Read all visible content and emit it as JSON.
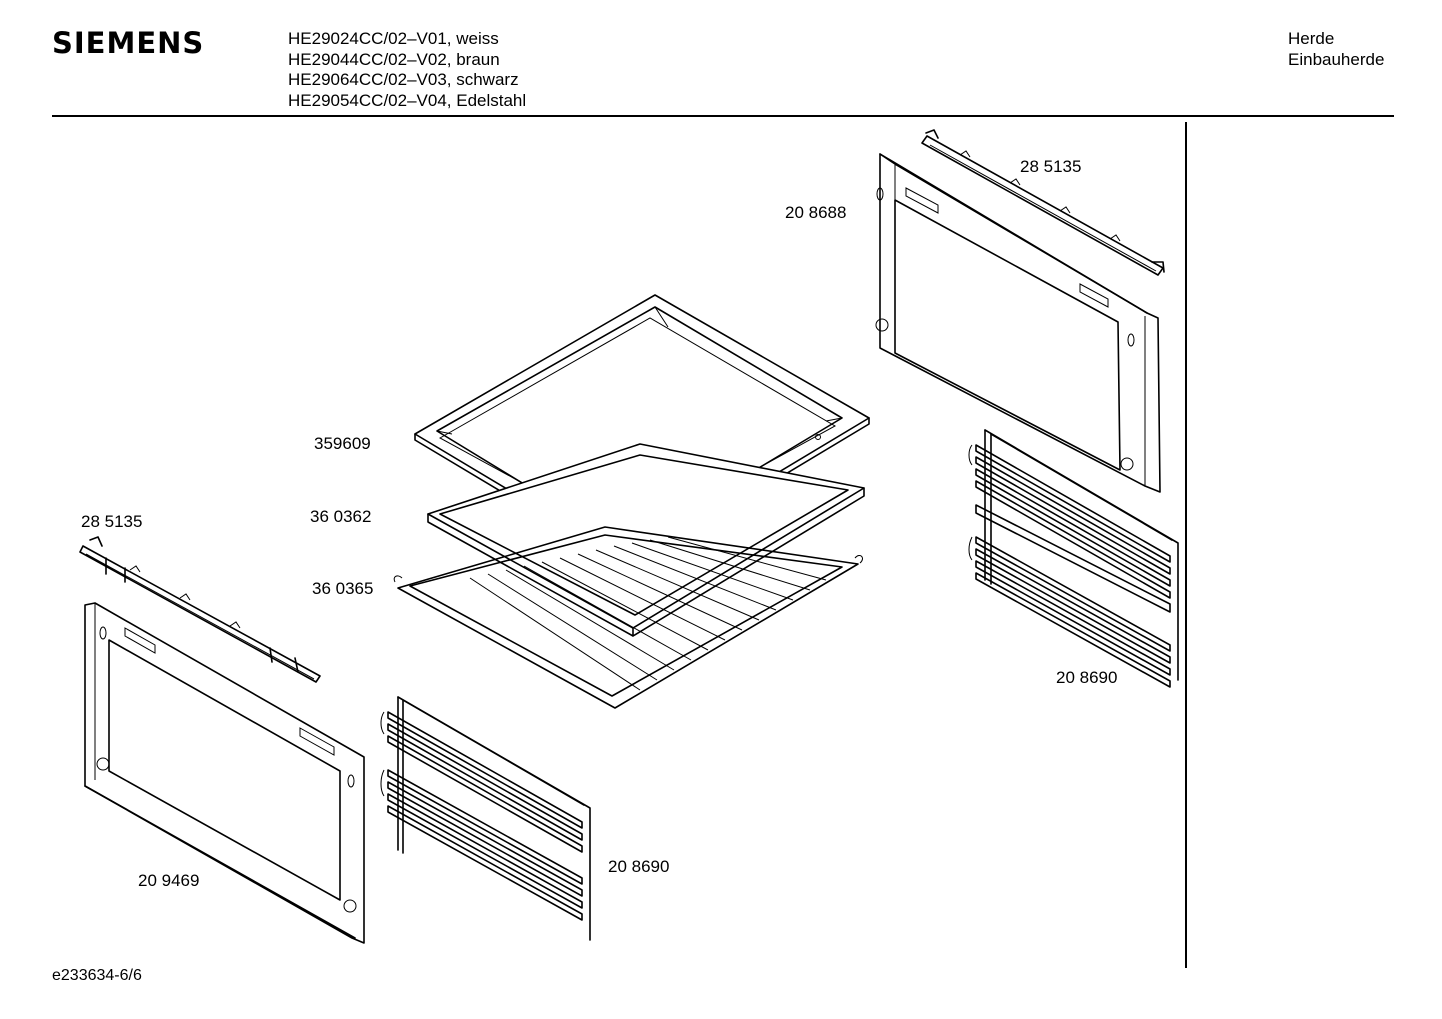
{
  "brand": "SIEMENS",
  "models": [
    "HE29024CC/02–V01, weiss",
    "HE29044CC/02–V02, braun",
    "HE29064CC/02–V03, schwarz",
    "HE29054CC/02–V04, Edelstahl"
  ],
  "category": [
    "Herde",
    "Einbauherde"
  ],
  "footer": "e233634-6/6",
  "parts": {
    "rail_top_right": "28 5135",
    "frame_right": "20 8688",
    "tray_deep": "359609",
    "tray_flat": "36 0362",
    "grid_shelf": "36 0365",
    "rail_left": "28 5135",
    "rack_right": "20 8690",
    "frame_left": "20 9469",
    "rack_center": "20 8690"
  }
}
